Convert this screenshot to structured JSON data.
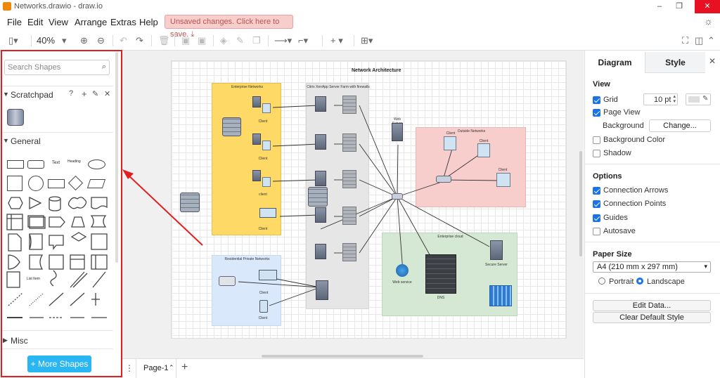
{
  "window": {
    "title": "Networks.drawio - draw.io",
    "controls": [
      "–",
      "❐",
      "✕"
    ]
  },
  "menu": [
    "File",
    "Edit",
    "View",
    "Arrange",
    "Extras",
    "Help"
  ],
  "unsaved": "Unsaved changes. Click here to save.",
  "toolbar": {
    "zoom": "40%"
  },
  "sidebar": {
    "search_placeholder": "Search Shapes",
    "scratchpad": "Scratchpad",
    "general": "General",
    "misc": "Misc",
    "more_shapes": "+ More Shapes",
    "shape_labels": {
      "text": "Text",
      "heading": "Heading",
      "list_item": "List Item"
    }
  },
  "diagram": {
    "title": "Network Architecture",
    "enterprise_networks": "Enterprise Networks",
    "citrix": "Citrix XenApp Server Farm with firewalls",
    "web_server": "Web Server",
    "outside_networks": "Outside Networks",
    "residential": "Residential Private Networks",
    "enterprise_cloud": "Enterprise cloud",
    "client": "Client",
    "client_lower": "client",
    "web_service": "Web service",
    "dns": "DNS",
    "secure_server": "Secure Server"
  },
  "pages": {
    "current": "Page-1"
  },
  "panel": {
    "tabs": [
      "Diagram",
      "Style"
    ],
    "view": "View",
    "grid": "Grid",
    "grid_size": "10 pt",
    "page_view": "Page View",
    "background": "Background",
    "change": "Change...",
    "background_color": "Background Color",
    "shadow": "Shadow",
    "options": "Options",
    "connection_arrows": "Connection Arrows",
    "connection_points": "Connection Points",
    "guides": "Guides",
    "autosave": "Autosave",
    "paper_size": "Paper Size",
    "paper_value": "A4 (210 mm x 297 mm)",
    "portrait": "Portrait",
    "landscape": "Landscape",
    "edit_data": "Edit Data...",
    "clear_style": "Clear Default Style"
  }
}
